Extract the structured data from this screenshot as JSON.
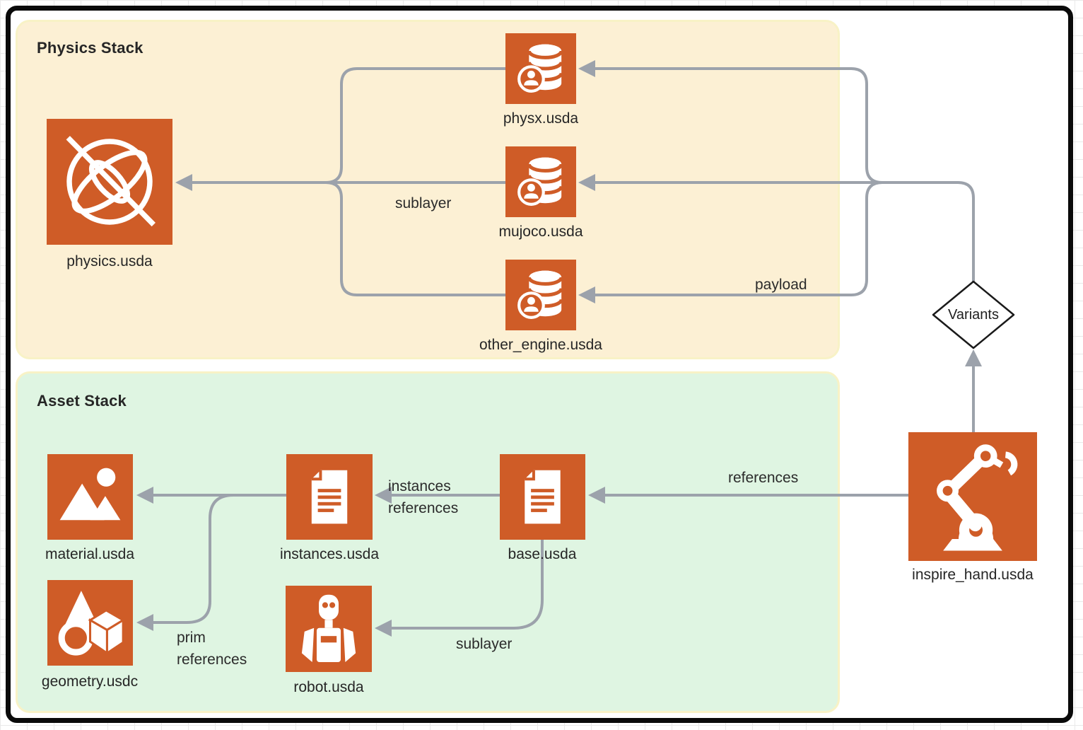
{
  "diagram": {
    "groups": {
      "physics": {
        "title": "Physics Stack"
      },
      "asset": {
        "title": "Asset Stack"
      }
    },
    "nodes": {
      "physics": {
        "label": "physics.usda",
        "icon": "physics-orbit-icon"
      },
      "physx": {
        "label": "physx.usda",
        "icon": "database-user-icon"
      },
      "mujoco": {
        "label": "mujoco.usda",
        "icon": "database-user-icon"
      },
      "other_engine": {
        "label": "other_engine.usda",
        "icon": "database-user-icon"
      },
      "material": {
        "label": "material.usda",
        "icon": "image-icon"
      },
      "geometry": {
        "label": "geometry.usdc",
        "icon": "shapes-icon"
      },
      "instances": {
        "label": "instances.usda",
        "icon": "document-icon"
      },
      "base": {
        "label": "base.usda",
        "icon": "document-icon"
      },
      "robot": {
        "label": "robot.usda",
        "icon": "robot-icon"
      },
      "inspire_hand": {
        "label": "inspire_hand.usda",
        "icon": "robot-arm-icon"
      }
    },
    "decision": {
      "label": "Variants"
    },
    "edge_labels": {
      "sublayer_physics": "sublayer",
      "payload": "payload",
      "references": "references",
      "instances_references_line1": "instances",
      "instances_references_line2": "references",
      "prim_references_line1": "prim",
      "prim_references_line2": "references",
      "sublayer_asset": "sublayer"
    },
    "colors": {
      "icon_orange": "#CF5C27",
      "physics_bg": "#FCF0D4",
      "asset_bg": "#DFF5E2",
      "connector_gray": "#9CA2AB",
      "text": "#262626",
      "box_stroke": "#F8F2C6"
    }
  }
}
